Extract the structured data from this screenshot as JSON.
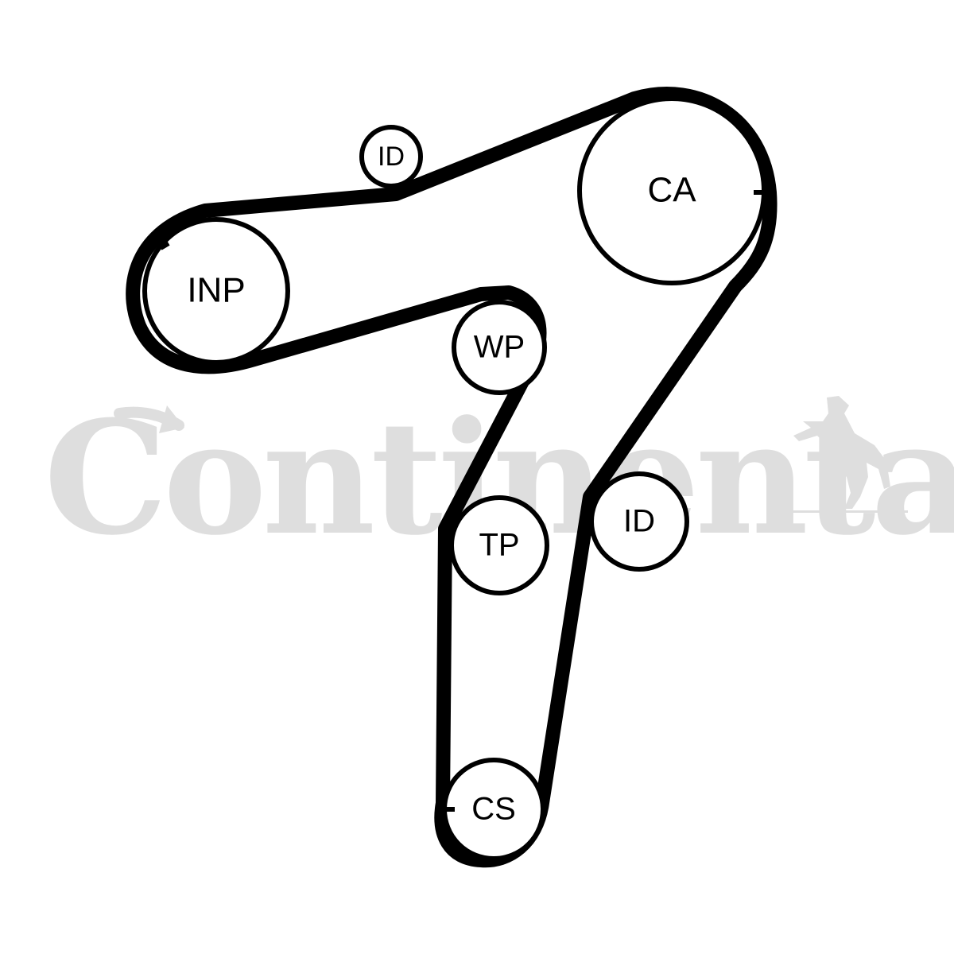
{
  "watermark": {
    "text": "Continental",
    "color": "#dedede",
    "logo_icon": "rearing-horse-icon"
  },
  "colors": {
    "belt": "#000000",
    "pulley_stroke": "#000000",
    "background": "#ffffff"
  },
  "pulleys": {
    "ca": {
      "label": "CA"
    },
    "inp": {
      "label": "INP"
    },
    "wp": {
      "label": "WP"
    },
    "tp": {
      "label": "TP"
    },
    "cs": {
      "label": "CS"
    },
    "id_top": {
      "label": "ID"
    },
    "id_right": {
      "label": "ID"
    }
  }
}
